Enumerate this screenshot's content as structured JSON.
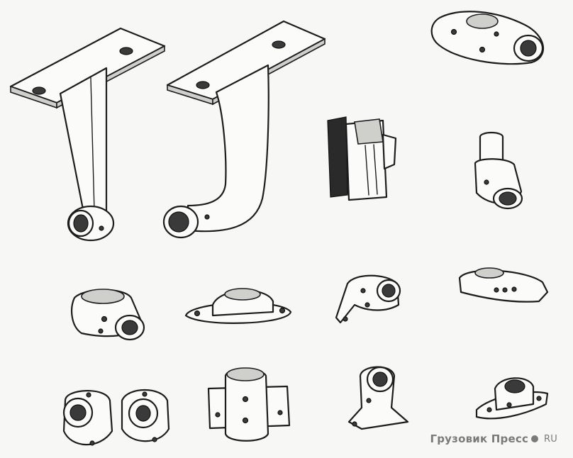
{
  "watermark": {
    "brand": "Грузовик Пресс",
    "suffix": "RU"
  },
  "parts": [
    {
      "name": "ceiling-bracket-straight"
    },
    {
      "name": "ceiling-bracket-curved"
    },
    {
      "name": "tube-connector-long"
    },
    {
      "name": "sliding-clip"
    },
    {
      "name": "angle-tube-socket"
    },
    {
      "name": "tee-clamp"
    },
    {
      "name": "oval-base-flange"
    },
    {
      "name": "side-bracket-clamp"
    },
    {
      "name": "elbow-clamp"
    },
    {
      "name": "round-flange-left"
    },
    {
      "name": "round-flange-right"
    },
    {
      "name": "rect-wall-mount"
    },
    {
      "name": "pedestal-ring-mount"
    },
    {
      "name": "flanged-rail-holder"
    }
  ]
}
